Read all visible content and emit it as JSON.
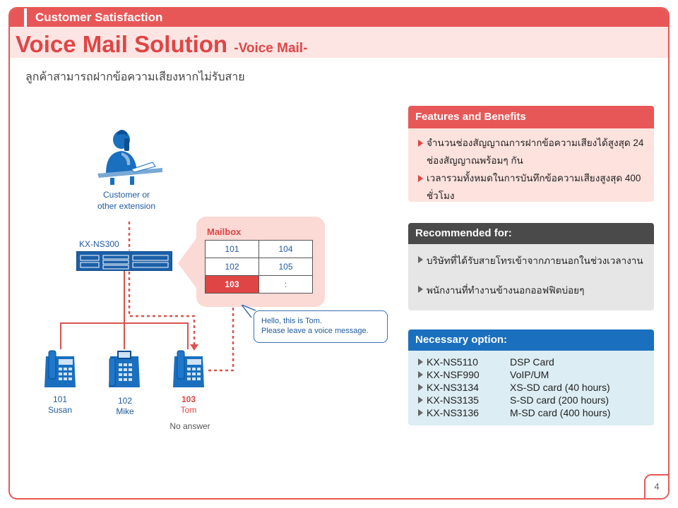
{
  "header": {
    "section_label": "Customer Satisfaction",
    "title_main": "Voice Mail Solution",
    "title_sub": "-Voice Mail-",
    "subtitle": "ลูกค้าสามารถฝากข้อความเสียงหากไม่รับสาย"
  },
  "diagram": {
    "caller_caption_1": "Customer or",
    "caller_caption_2": "other extension",
    "pbx_label": "KX-NS300",
    "mailbox": {
      "title": "Mailbox",
      "rows": [
        [
          "101",
          "104"
        ],
        [
          "102",
          "105"
        ],
        [
          "103",
          ":"
        ]
      ],
      "highlight": "103"
    },
    "bubble_line1": "Hello, this is Tom.",
    "bubble_line2": "Please leave a voice message.",
    "phones": [
      {
        "ext": "101",
        "name": "Susan"
      },
      {
        "ext": "102",
        "name": "Mike"
      },
      {
        "ext": "103",
        "name": "Tom"
      }
    ],
    "no_answer": "No answer"
  },
  "features": {
    "title": "Features  and  Benefits",
    "items": [
      "จำนวนช่องสัญญาณการฝากข้อความเสียงได้สูงสุด 24 ช่องสัญญาณพร้อมๆ กัน",
      "เวลารวมทั้งหมดในการบันทึกข้อความเสียงสูงสุด 400 ชั่วโมง"
    ]
  },
  "recommended": {
    "title": "Recommended  for:",
    "items": [
      "บริษัทที่ได้รับสายโทรเข้าจากภายนอกในช่วงเวลางาน",
      "พนักงานที่ทำงานข้างนอกออฟฟิตบ่อยๆ"
    ]
  },
  "options": {
    "title": "Necessary  option:",
    "items": [
      {
        "model": "KX-NS5110",
        "desc": "DSP Card"
      },
      {
        "model": "KX-NSF990",
        "desc": "VoIP/UM"
      },
      {
        "model": "KX-NS3134",
        "desc": "XS-SD card (40 hours)"
      },
      {
        "model": "KX-NS3135",
        "desc": "S-SD card (200 hours)"
      },
      {
        "model": "KX-NS3136",
        "desc": "M-SD card (400 hours)"
      }
    ]
  },
  "page_number": "4",
  "colors": {
    "accent_red": "#e85757",
    "pale_red": "#fde5e3",
    "dark_grey": "#4a4a4a",
    "light_grey": "#e6e6e6",
    "blue": "#1a6fbe",
    "light_blue": "#dcedf3"
  }
}
